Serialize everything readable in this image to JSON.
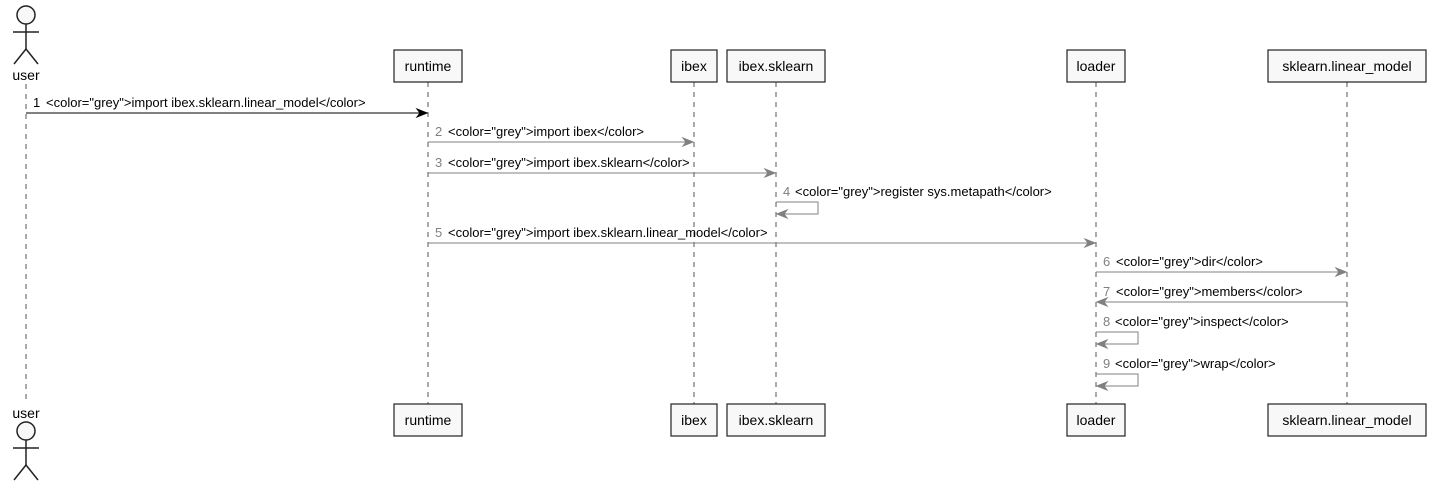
{
  "actor": {
    "name": "user"
  },
  "participants": [
    {
      "id": "runtime",
      "label": "runtime"
    },
    {
      "id": "ibex",
      "label": "ibex"
    },
    {
      "id": "ibex_sklearn",
      "label": "ibex.sklearn"
    },
    {
      "id": "loader",
      "label": "loader"
    },
    {
      "id": "linear_model",
      "label": "sklearn.linear_model"
    }
  ],
  "messages": [
    {
      "num": "1",
      "text": "<color=\"grey\">import ibex.sklearn.linear_model</color>",
      "from": "user",
      "to": "runtime",
      "color": "#000000"
    },
    {
      "num": "2",
      "text": "<color=\"grey\">import ibex</color>",
      "from": "runtime",
      "to": "ibex",
      "color": "#808080"
    },
    {
      "num": "3",
      "text": "<color=\"grey\">import ibex.sklearn</color>",
      "from": "runtime",
      "to": "ibex_sklearn",
      "color": "#808080"
    },
    {
      "num": "4",
      "text": "<color=\"grey\">register sys.metapath</color>",
      "from": "ibex_sklearn",
      "to": "ibex_sklearn",
      "color": "#808080"
    },
    {
      "num": "5",
      "text": "<color=\"grey\">import ibex.sklearn.linear_model</color>",
      "from": "runtime",
      "to": "loader",
      "color": "#808080"
    },
    {
      "num": "6",
      "text": "<color=\"grey\">dir</color>",
      "from": "loader",
      "to": "linear_model",
      "color": "#808080"
    },
    {
      "num": "7",
      "text": "<color=\"grey\">members</color>",
      "from": "linear_model",
      "to": "loader",
      "color": "#808080"
    },
    {
      "num": "8",
      "text": "<color=\"grey\">inspect</color>",
      "from": "loader",
      "to": "loader",
      "color": "#808080"
    },
    {
      "num": "9",
      "text": "<color=\"grey\">wrap</color>",
      "from": "loader",
      "to": "loader",
      "color": "#808080"
    }
  ],
  "colors": {
    "lifeline": "#555555",
    "box_fill": "#f8f8f8",
    "box_border": "#222222",
    "grey_num": "#808080"
  }
}
